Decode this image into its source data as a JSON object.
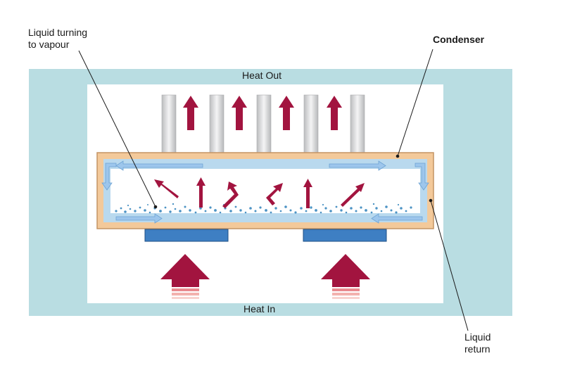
{
  "labels": {
    "liquid_turning": "Liquid turning\nto vapour",
    "condenser": "Condenser",
    "heat_out": "Heat Out",
    "heat_in": "Heat In",
    "liquid_return": "Liquid\nreturn"
  },
  "colors": {
    "background_panel": "#b9dde2",
    "inner_area": "#ffffff",
    "condenser_frame": "#f3c99a",
    "condenser_border": "#c49464",
    "wick": "#b9d9ee",
    "liquid_flow": "#9dc6ec",
    "droplets": "#4c93c4",
    "heat_arrow": "#a2143f",
    "heat_arrow_stripe": "#f2a7a4",
    "heat_source": "#3e7fc3",
    "fin": "#d8d9db"
  }
}
